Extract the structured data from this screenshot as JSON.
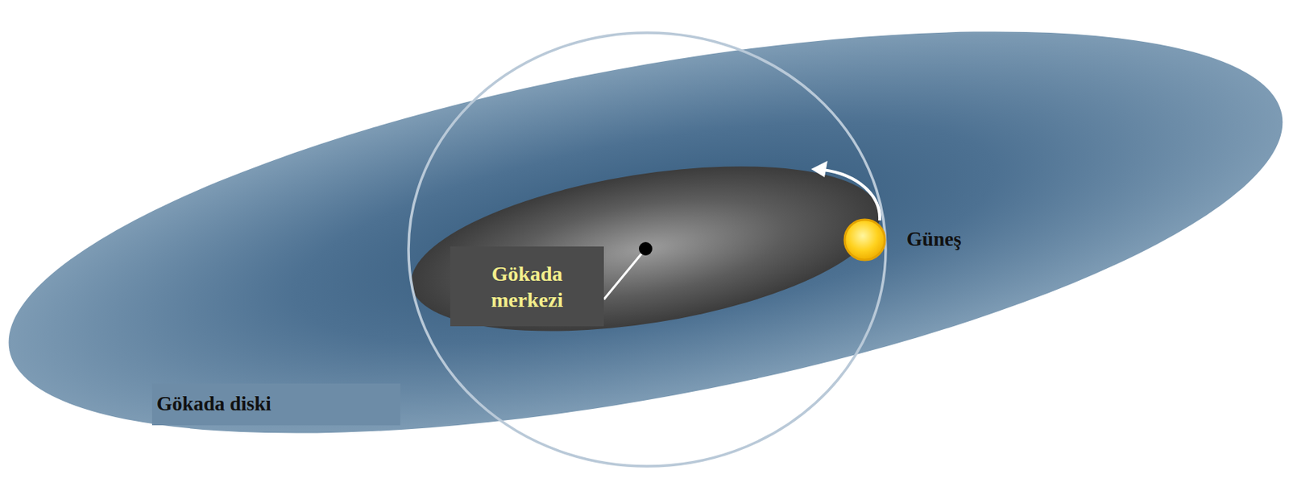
{
  "diagram": {
    "labels": [
      "Gökada merkezi",
      "Güneş",
      "Gökada diski"
    ]
  }
}
